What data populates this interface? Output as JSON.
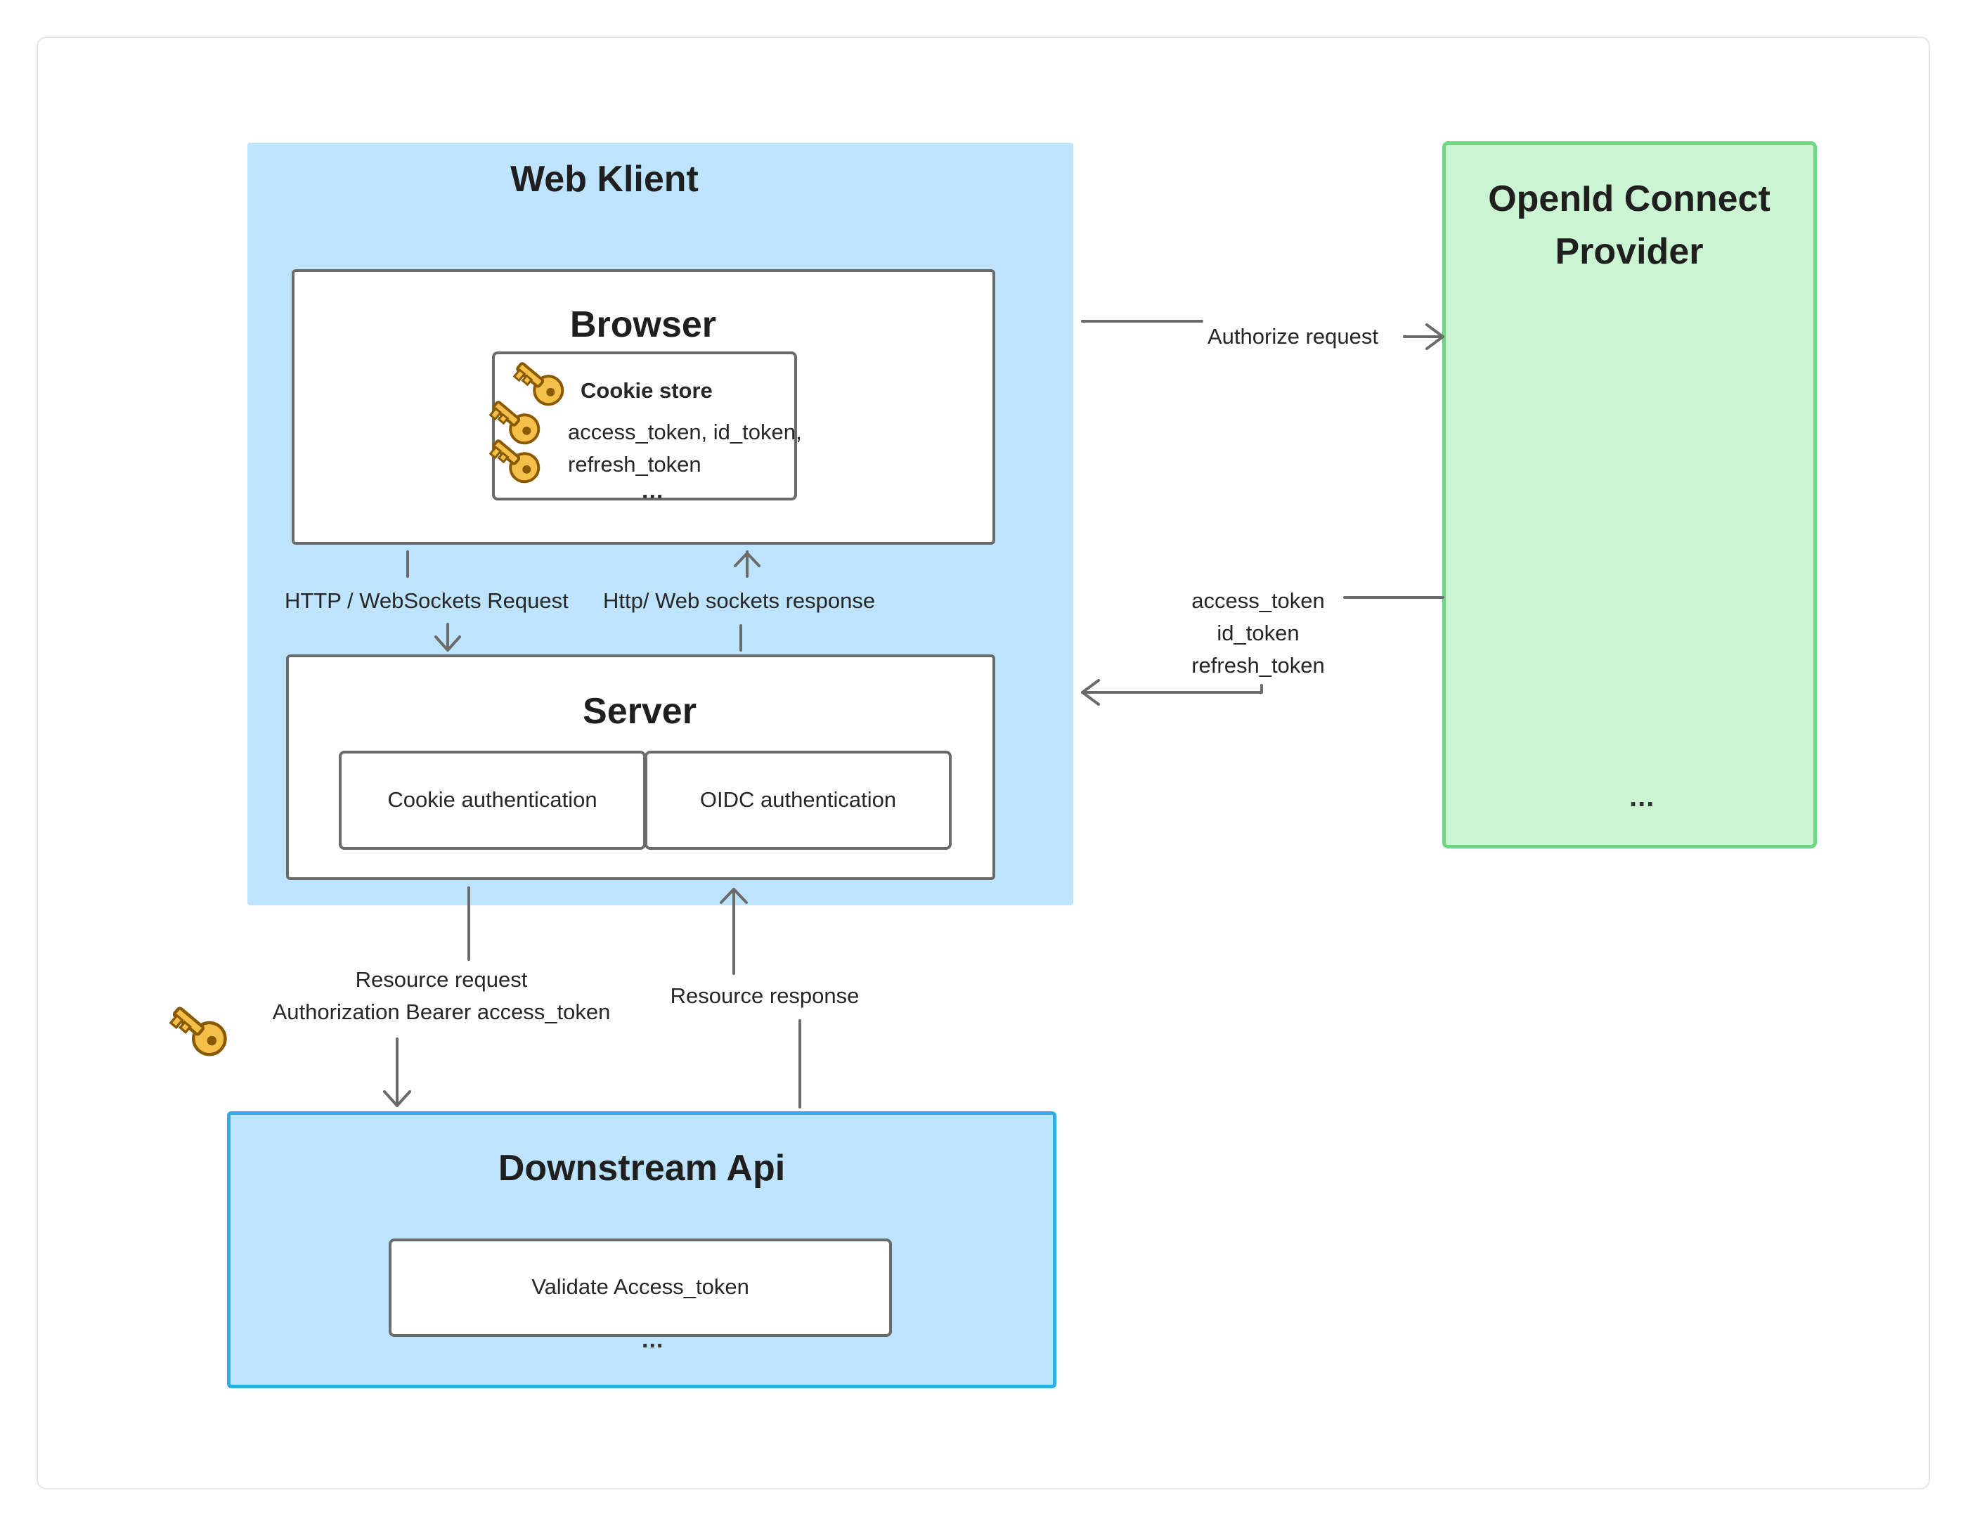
{
  "diagram": {
    "web_client": {
      "title": "Web Klient"
    },
    "browser": {
      "title": "Browser",
      "cookie_store": {
        "title": "Cookie store",
        "line1": "access_token, id_token,",
        "line2": "refresh_token",
        "ellipsis": "..."
      }
    },
    "server": {
      "title": "Server",
      "cookie_auth": "Cookie authentication",
      "oidc_auth": "OIDC authentication"
    },
    "oidc_provider": {
      "title_line1": "OpenId Connect",
      "title_line2": "Provider",
      "ellipsis": "..."
    },
    "downstream_api": {
      "title": "Downstream Api",
      "validate": "Validate Access_token",
      "ellipsis": "..."
    },
    "edges": {
      "http_request": "HTTP / WebSockets Request",
      "http_response": "Http/ Web sockets response",
      "authorize_request": "Authorize request",
      "tokens_line1": "access_token",
      "tokens_line2": "id_token",
      "tokens_line3": "refresh_token",
      "resource_request_line1": "Resource request",
      "resource_request_line2": "Authorization Bearer access_token",
      "resource_response": "Resource response"
    },
    "colors": {
      "web_client_fill": "#bee3fd",
      "oidc_fill": "#cbf4d3",
      "oidc_border": "#6fd683",
      "downstream_border": "#2eaee4",
      "line": "#6b6b6b",
      "key_gold": "#f4c04a"
    },
    "icons": [
      "key-icon",
      "key-icon",
      "key-icon",
      "key-icon"
    ]
  }
}
